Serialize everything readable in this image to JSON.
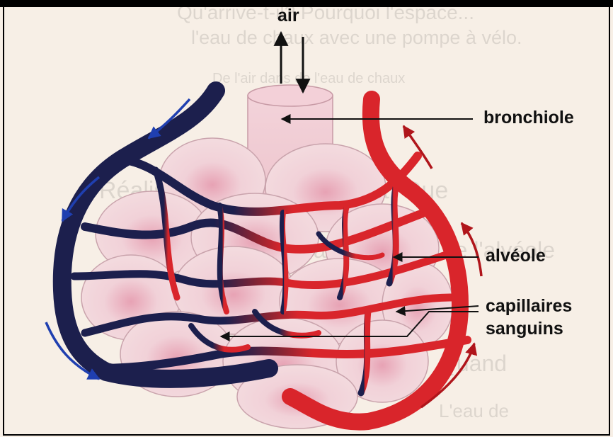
{
  "diagram": {
    "labels": {
      "air": "air",
      "bronchiole": "bronchiole",
      "alveole": "alvéole",
      "capillaires_line1": "capillaires",
      "capillaires_line2": "sanguins"
    },
    "background_text": [
      "Qu'arrive-t-il? Pourquoi l'espace...",
      "l'eau de chaux avec une pompe à vélo.",
      "De l'air dans de l'eau de chaux",
      "Réalise le schéma du trajet. Que",
      "Quand l'air sort de l'alvéole",
      "Quand",
      "L'eau de"
    ],
    "colors": {
      "deoxygenated_vessel": "#1c1f4d",
      "oxygenated_vessel": "#d9252b",
      "alveole_fill": "#f2d5d8",
      "alveole_spot": "#d97f95",
      "flow_arrow_blue": "#1f3fb0",
      "flow_arrow_red": "#b0151b",
      "annotation_line": "#111111"
    }
  }
}
